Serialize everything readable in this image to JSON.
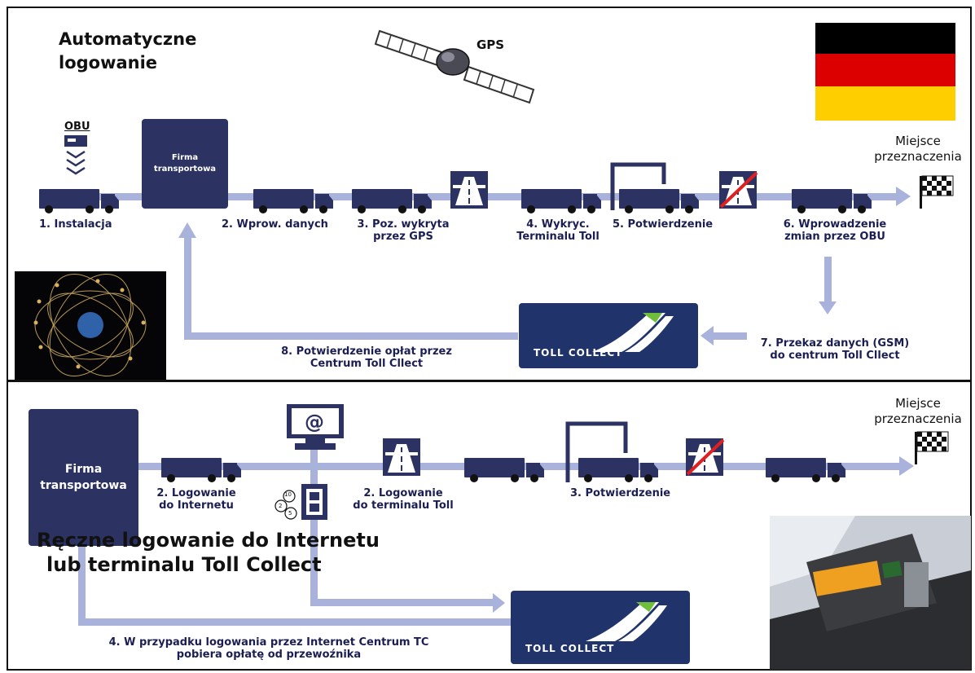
{
  "top": {
    "title_line1": "Automatyczne",
    "title_line2": "logowanie",
    "gps_label": "GPS",
    "obu_label": "OBU",
    "company_line1": "Firma",
    "company_line2": "transportowa",
    "destination_line1": "Miejsce",
    "destination_line2": "przeznaczenia",
    "steps": {
      "s1": "1. Instalacja",
      "s2": "2. Wprow. danych",
      "s3a": "3. Poz. wykryta",
      "s3b": "przez GPS",
      "s4a": "4. Wykryc.",
      "s4b": "Terminalu Toll",
      "s5": "5. Potwierdzenie",
      "s6a": "6. Wprowadzenie",
      "s6b": "zmian przez OBU",
      "s7a": "7. Przekaz danych (GSM)",
      "s7b": "do centrum Toll Cllect",
      "s8a": "8. Potwierdzenie opłat przez",
      "s8b": "Centrum Toll Cllect"
    },
    "toll_collect_label": "TOLL COLLECT",
    "flag_colors": [
      "#000000",
      "#dd0000",
      "#ffce00"
    ]
  },
  "bottom": {
    "company_line1": "Firma",
    "company_line2": "transportowa",
    "destination_line1": "Miejsce",
    "destination_line2": "przeznaczenia",
    "internet_symbol": "@",
    "coin_labels": [
      "10",
      "2",
      "5"
    ],
    "step_internet_a": "2. Logowanie",
    "step_internet_b": "do Internetu",
    "step_terminal_a": "2. Logowanie",
    "step_terminal_b": "do terminalu Toll",
    "step_confirm": "3. Potwierdzenie",
    "title_line1": "Ręczne logowanie do Internetu",
    "title_line2": "lub terminalu Toll Collect",
    "note_line1": "4. W przypadku logowania przez Internet Centrum TC",
    "note_line2": "pobiera opłatę od przewoźnika",
    "toll_collect_label": "TOLL COLLECT"
  },
  "colors": {
    "flow_line": "#a8b2db",
    "truck": "#2c3261",
    "toll_collect_bg": "#20336b",
    "logo_green": "#6fbf3a"
  }
}
